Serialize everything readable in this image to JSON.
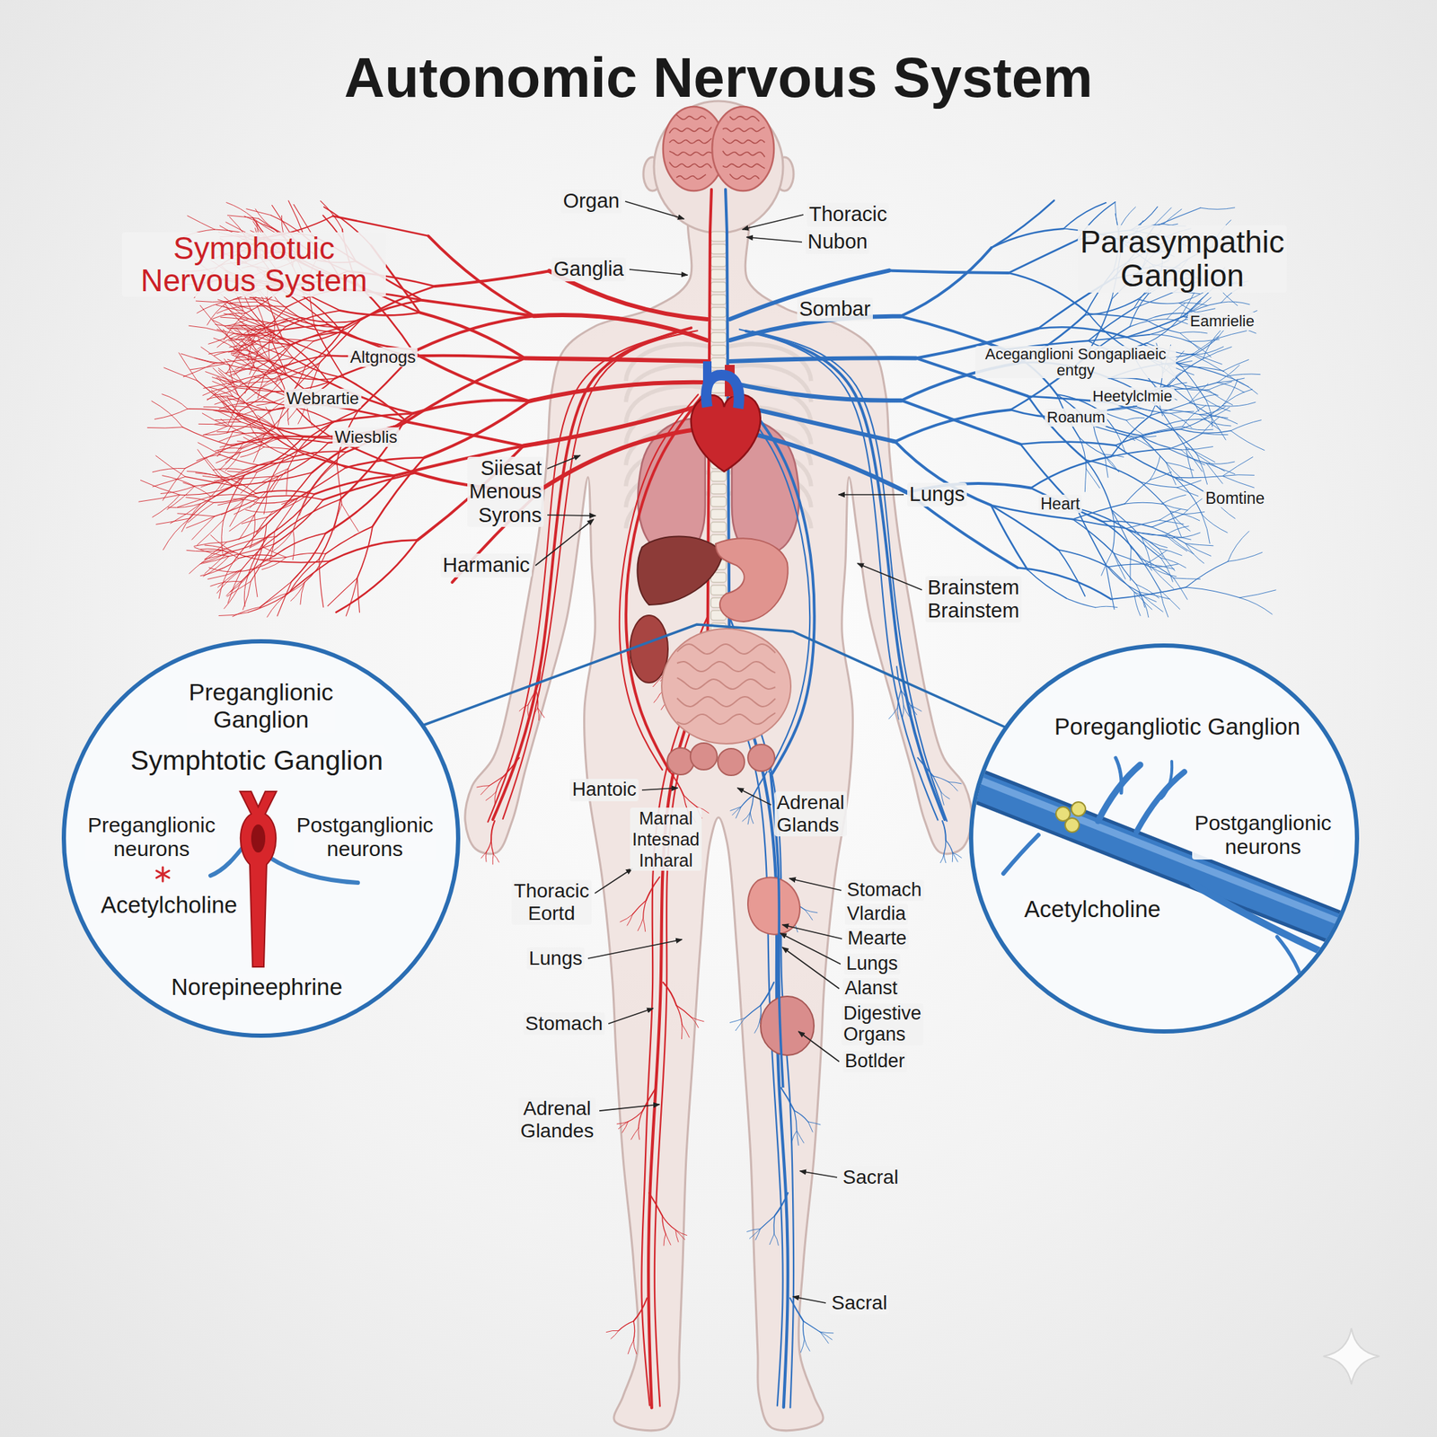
{
  "diagram": {
    "title": "Autonomic Nervous System",
    "nodes": [
      {
        "text": [
          "Preganglionic Ganglion",
          "Symphtotic Ganglion",
          "Preganglionic neurons",
          "Postganglionic neurons",
          "Acetylcholine",
          "Norepineephrine"
        ]
      },
      {
        "text": [
          "Poregangliotic Ganglion",
          "Postganglionic neurons",
          "Acetylcholine"
        ]
      }
    ],
    "labels": [
      "Organ",
      "Thoracic",
      "Nubon",
      "Symphotuic Nervous System",
      "Parasympathic Ganglion",
      "Ganglia",
      "Sombar",
      "Eamrielie",
      "Altgnogs",
      "Aceganglioni Songapliaeic entgy",
      "Webrartie",
      "Heetylclmie",
      "Roanum",
      "Wiesblis",
      "Siiesat Menous Syrons",
      "Lungs",
      "Heart",
      "Bomtine",
      "Harmanic",
      "Brainstem Brainstem",
      "Hantoic",
      "Adrenal Glands",
      "Marnal Intesnad Inharal",
      "Thoracic Eortd",
      "Stomach",
      "Vlardia",
      "Mearte",
      "Lungs",
      "Lungs",
      "Alanst",
      "Digestive Organs",
      "Stomach",
      "Botlder",
      "Adrenal Glandes",
      "Sacral",
      "Sacral"
    ]
  }
}
